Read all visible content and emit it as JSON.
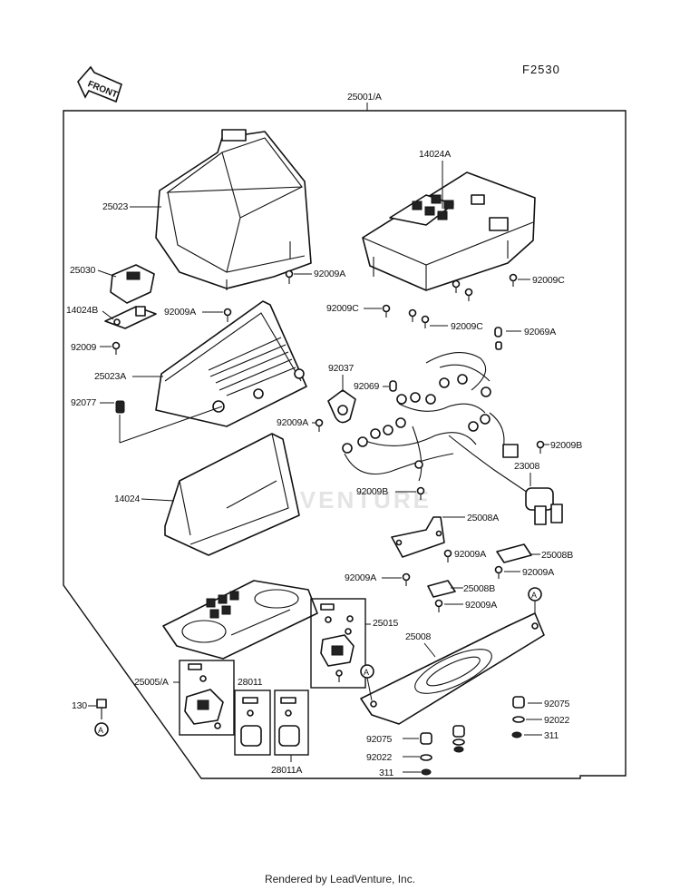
{
  "figure_code": "F2530",
  "front_arrow_text": "FRONT",
  "assembly_label": "25001/A",
  "watermark": "LEADVENTURE",
  "footer": "Rendered by LeadVenture, Inc.",
  "labels": {
    "l25023": "25023",
    "l14024A": "14024A",
    "l25030": "25030",
    "l92009A_1": "92009A",
    "l14024B": "14024B",
    "l92009A_2": "92009A",
    "l92009C_1": "92009C",
    "l92009": "92009",
    "l92009C_2": "92009C",
    "l92009C_3": "92009C",
    "l92069A": "92069A",
    "l25023A": "25023A",
    "l92037": "92037",
    "l92069": "92069",
    "l92077": "92077",
    "l92009A_3": "92009A",
    "l92009B_1": "92009B",
    "l23008": "23008",
    "l14024": "14024",
    "l92009B_2": "92009B",
    "l25008A": "25008A",
    "l92009A_4": "92009A",
    "l25008B_1": "25008B",
    "l92009A_5": "92009A",
    "l92009A_6": "92009A",
    "l25008B_2": "25008B",
    "l92009A_7": "92009A",
    "l25015": "25015",
    "l25008": "25008",
    "l25005A": "25005/A",
    "l28011": "28011",
    "l130": "130",
    "l92075_1": "92075",
    "l92022_1": "92022",
    "l311_1": "311",
    "l92075_2": "92075",
    "l92022_2": "92022",
    "l311_2": "311",
    "l28011A": "28011A"
  },
  "ref_markers": {
    "a1": "A",
    "a2": "A",
    "a3": "A"
  }
}
